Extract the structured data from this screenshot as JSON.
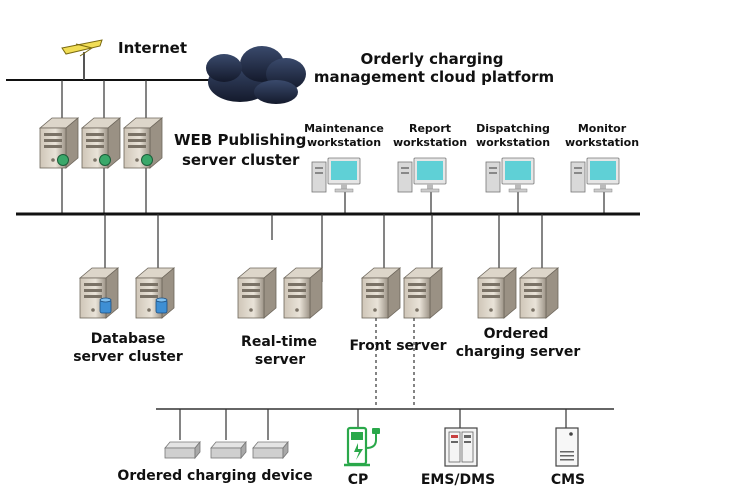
{
  "labels": {
    "internet": "Internet",
    "cloud_line1": "Orderly charging",
    "cloud_line2": "management cloud platform",
    "web_line1": "WEB Publishing",
    "web_line2": "server cluster",
    "maint_line1": "Maintenance",
    "maint_line2": "workstation",
    "report_line1": "Report",
    "report_line2": "workstation",
    "dispatch_line1": "Dispatching",
    "dispatch_line2": "workstation",
    "monitor_line1": "Monitor",
    "monitor_line2": "workstation",
    "db_line1": "Database",
    "db_line2": "server cluster",
    "rt_line1": "Real-time",
    "rt_line2": "server",
    "front": "Front server",
    "ordered_line1": "Ordered",
    "ordered_line2": "charging server",
    "device": "Ordered charging device",
    "cp": "CP",
    "ems": "EMS/DMS",
    "cms": "CMS"
  },
  "colors": {
    "bus": "#111111",
    "cloud": "#1f2a44",
    "screen": "#5fd0d6",
    "charger": "#2aa84a",
    "globe": "#3aa86a"
  }
}
